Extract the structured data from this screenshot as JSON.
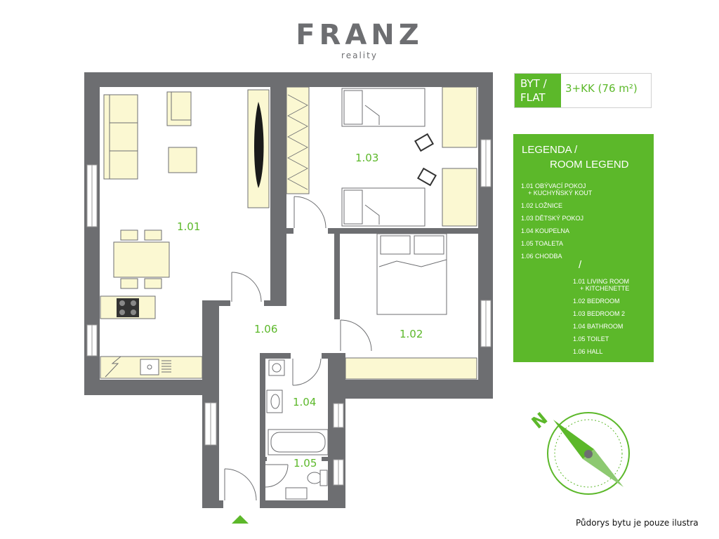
{
  "logo": {
    "name": "FRANZ",
    "sub": "reality"
  },
  "flat": {
    "label_line1": "BYT /",
    "label_line2": "FLAT",
    "value": "3+KK (76 m²)"
  },
  "legend": {
    "title_line1": "LEGENDA /",
    "title_line2": "ROOM LEGEND",
    "cz": [
      {
        "text": "1.01 OBÝVACÍ POKOJ",
        "sub": "+ KUCHYŇSKÝ KOUT"
      },
      {
        "text": "1.02 LOŽNICE"
      },
      {
        "text": "1.03 DĚTSKÝ POKOJ"
      },
      {
        "text": "1.04 KOUPELNA"
      },
      {
        "text": "1.05 TOALETA"
      },
      {
        "text": "1.06 CHODBA"
      }
    ],
    "separator": "/",
    "en": [
      {
        "text": "1.01 LIVING ROOM",
        "sub": "+ KITCHENETTE"
      },
      {
        "text": "1.02 BEDROOM"
      },
      {
        "text": "1.03 BEDROOM 2"
      },
      {
        "text": "1.04 BATHROOM"
      },
      {
        "text": "1.05 TOILET"
      },
      {
        "text": "1.06 HALL"
      }
    ]
  },
  "rooms": {
    "r101": "1.01",
    "r102": "1.02",
    "r103": "1.03",
    "r104": "1.04",
    "r105": "1.05",
    "r106": "1.06"
  },
  "compass": {
    "north_letter": "N"
  },
  "note": "Půdorys bytu je pouze ilustra",
  "colors": {
    "accent": "#5cb82a",
    "wall": "#6d6e71",
    "furniture": "#fbf8d2"
  }
}
